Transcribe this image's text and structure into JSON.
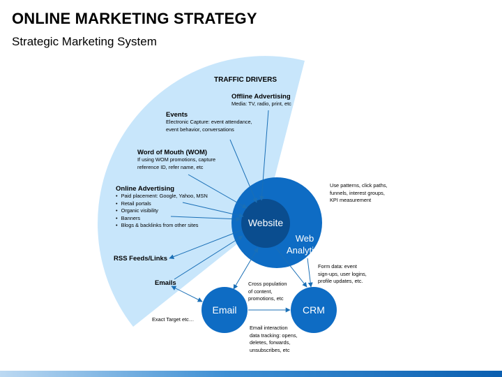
{
  "header": {
    "title": "ONLINE MARKETING STRATEGY",
    "subtitle": "Strategic Marketing System"
  },
  "traffic_drivers": {
    "heading": "TRAFFIC DRIVERS",
    "offline": {
      "title": "Offline Advertising",
      "text": "Media: TV, radio, print, etc"
    },
    "events": {
      "title": "Events",
      "lines": [
        "Electronic Capture: event attendance,",
        "event behavior, conversations"
      ]
    },
    "wom": {
      "title": "Word of Mouth (WOM)",
      "lines": [
        "If using WOM promotions, capture",
        "reference ID, refer name, etc"
      ]
    },
    "online": {
      "title": "Online Advertising",
      "bullets": [
        "Paid placement: Google, Yahoo, MSN",
        "Retail portals",
        "Organic visibility",
        "Banners",
        "Blogs & backlinks from  other sites"
      ]
    },
    "rss": {
      "title": "RSS Feeds/Links"
    },
    "emails": {
      "title": "Emails"
    }
  },
  "nodes": {
    "website": "Website",
    "web_analytics": [
      "Web",
      "Analytics"
    ],
    "email": "Email",
    "crm": "CRM"
  },
  "notes": {
    "analytics": [
      "Use patterns, click paths,",
      "funnels, interest groups,",
      "KPI measurement"
    ],
    "form_data": [
      "Form data: event",
      "sign-ups, user logins,",
      "profile updates, etc."
    ],
    "cross_population": [
      "Cross population",
      "of content,",
      "promotions, etc"
    ],
    "exact_target": "Exact Target etc…",
    "email_interaction": [
      "Email interaction",
      "data tracking: opens,",
      "deletes, forwards,",
      "unsubscribes, etc"
    ]
  },
  "colors": {
    "fan": "#c8e6fb",
    "outer_circle": "#0e6cc4",
    "inner_circle": "#0a4d8f",
    "node_circle": "#0e6cc4",
    "arrow": "#1a6fb6"
  }
}
